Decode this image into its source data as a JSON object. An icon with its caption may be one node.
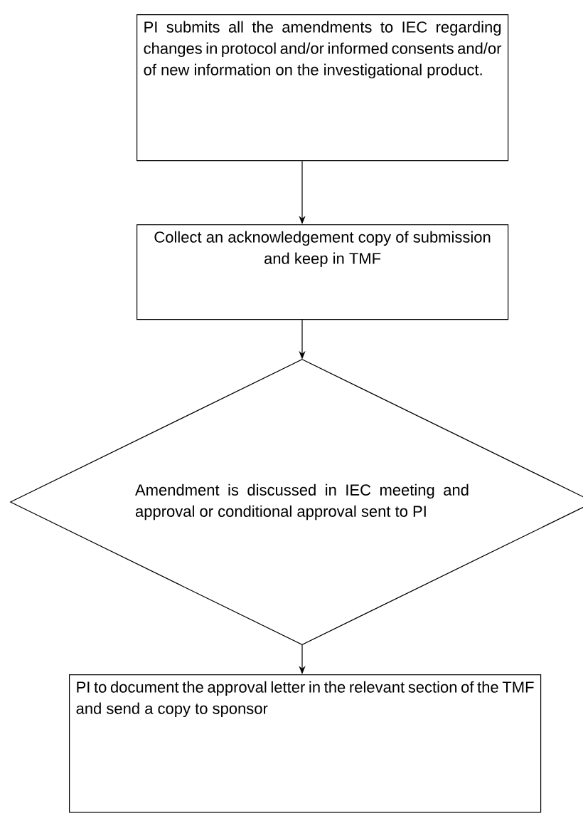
{
  "diagram": {
    "nodes": [
      {
        "text": [
          "PI submits all the amendments to IEC regarding changes in protocol and/or informed consents and/or of new information on the investigational product."
        ]
      },
      {
        "text": [
          "Collect an acknowledgement copy of submission and keep in TMF"
        ]
      },
      {
        "text": [
          "Amendment is discussed in IEC meeting and approval or conditional approval sent to PI"
        ]
      },
      {
        "text": [
          "PI to document the approval letter in the relevant section of the TMF and send a copy to sponsor"
        ]
      }
    ],
    "edges": [
      {
        "from": 0,
        "to": 1,
        "arrow": "to"
      },
      {
        "from": 1,
        "to": 2,
        "arrow": "to"
      },
      {
        "from": 2,
        "to": 3,
        "arrow": "to"
      }
    ]
  }
}
